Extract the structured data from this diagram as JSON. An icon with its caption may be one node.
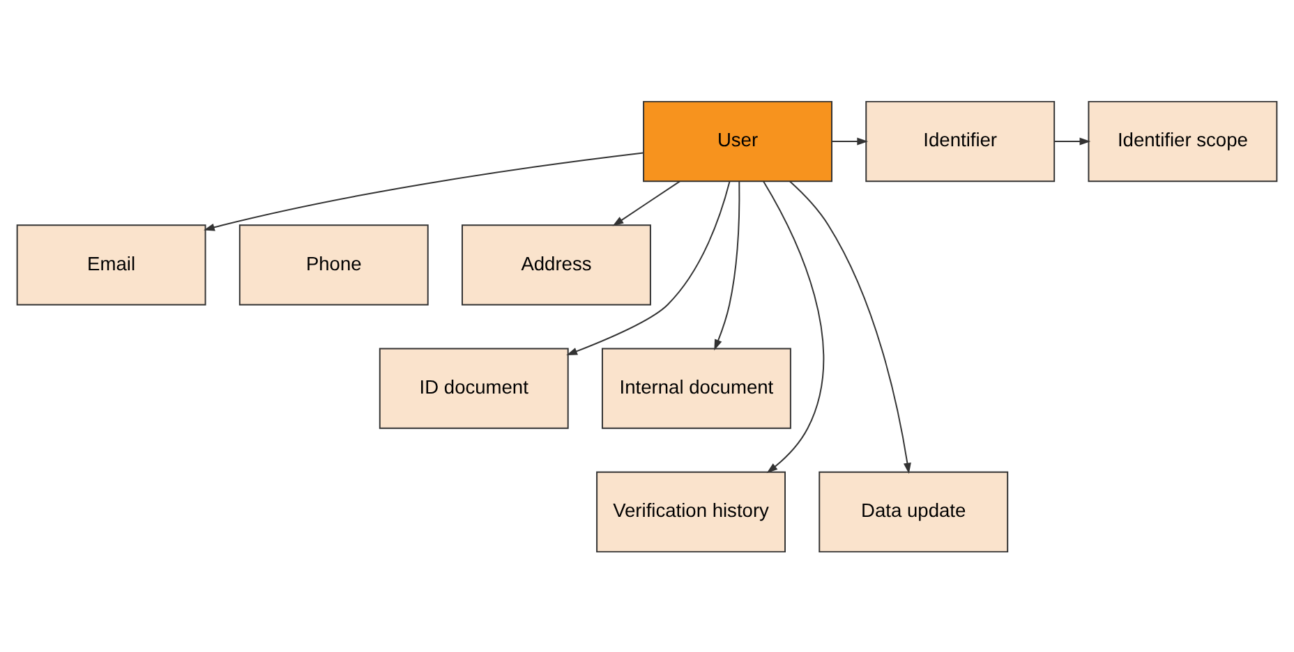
{
  "diagram": {
    "nodes": [
      {
        "text": [
          "User"
        ]
      },
      {
        "text": [
          "Identifier"
        ]
      },
      {
        "text": [
          "Identifier scope"
        ]
      },
      {
        "text": [
          "Email"
        ]
      },
      {
        "text": [
          "Phone"
        ]
      },
      {
        "text": [
          "Address"
        ]
      },
      {
        "text": [
          "ID document"
        ]
      },
      {
        "text": [
          "Internal document"
        ]
      },
      {
        "text": [
          "Verification history"
        ]
      },
      {
        "text": [
          "Data update"
        ]
      }
    ],
    "edges": [
      {
        "from": 0,
        "to": 1,
        "arrow": "to"
      },
      {
        "from": 1,
        "to": 2,
        "arrow": "to"
      },
      {
        "from": 0,
        "to": 3,
        "arrow": "to"
      },
      {
        "from": 0,
        "to": 5,
        "arrow": "to"
      },
      {
        "from": 0,
        "to": 6,
        "arrow": "to"
      },
      {
        "from": 0,
        "to": 8,
        "arrow": "to"
      },
      {
        "from": 0,
        "to": 9,
        "arrow": "to"
      },
      {
        "from": 0,
        "to": 7,
        "arrow": "to"
      }
    ]
  }
}
